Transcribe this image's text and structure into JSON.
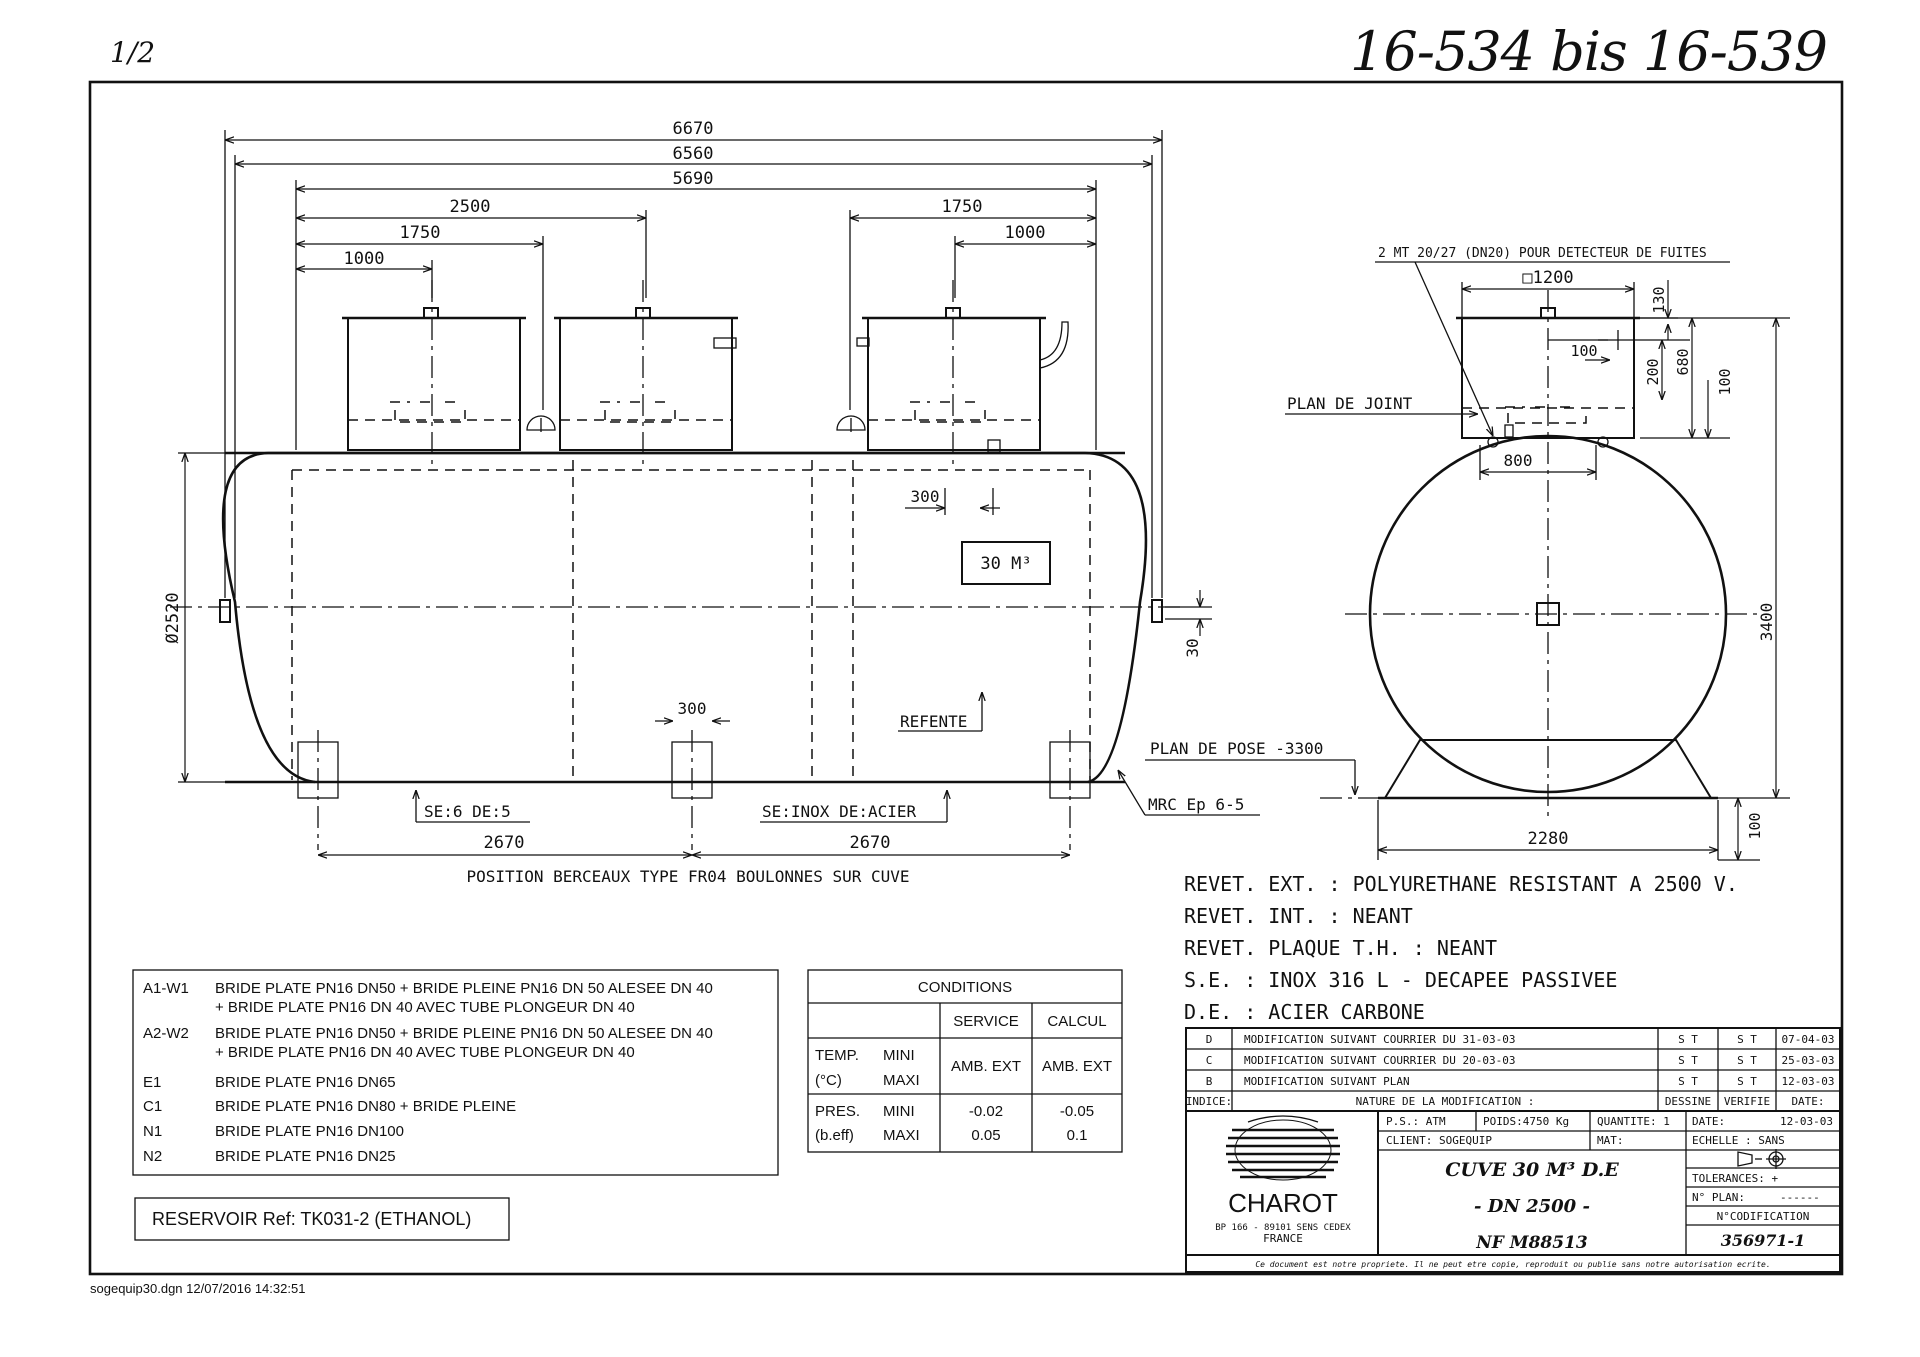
{
  "header": {
    "sheet": "1/2",
    "ref_numbers": "16-534 bis 16-539"
  },
  "side_view": {
    "dims_top": [
      "6670",
      "6560",
      "5690",
      "2500",
      "1750",
      "1000",
      "1750",
      "1000"
    ],
    "dia": "Ø2520",
    "d300_a": "300",
    "d300_b": "300",
    "d30": "30",
    "volume": "30 M³",
    "refente": "REFENTE",
    "se_left": "SE:6 DE:5",
    "se_right": "SE:INOX DE:ACIER",
    "plan_de_pose": "PLAN DE POSE -3300",
    "mrc": "MRC Ep 6-5",
    "berceau_left": "2670",
    "berceau_right": "2670",
    "position_caption": "POSITION BERCEAUX TYPE FR04 BOULONNES SUR CUVE"
  },
  "end_view": {
    "leak_note": "2 MT 20/27 (DN20) POUR DETECTEUR DE FUITES",
    "sq1200": "□1200",
    "d130": "130",
    "d100_a": "100",
    "d200": "200",
    "d680": "680",
    "d100_b": "100",
    "plan_joint": "PLAN DE JOINT",
    "d800": "800",
    "d3400": "3400",
    "d2280": "2280",
    "d100_c": "100"
  },
  "specs": [
    "REVET. EXT. : POLYURETHANE RESISTANT A 2500 V.",
    "REVET. INT. : NEANT",
    "REVET. PLAQUE T.H. : NEANT",
    "S.E. : INOX 316 L - DECAPEE PASSIVEE",
    "D.E. : ACIER CARBONE"
  ],
  "nozzles": [
    {
      "tag": "A1-W1",
      "line1": "BRIDE PLATE PN16 DN50 + BRIDE PLEINE PN16 DN 50 ALESEE DN 40",
      "line2": "+ BRIDE PLATE PN16 DN 40 AVEC TUBE PLONGEUR DN 40"
    },
    {
      "tag": "A2-W2",
      "line1": "BRIDE PLATE PN16 DN50 + BRIDE PLEINE PN16 DN 50 ALESEE DN 40",
      "line2": "+ BRIDE PLATE PN16 DN 40 AVEC TUBE PLONGEUR DN 40"
    },
    {
      "tag": "E1",
      "line1": "BRIDE PLATE PN16 DN65",
      "line2": ""
    },
    {
      "tag": "C1",
      "line1": "BRIDE PLATE PN16 DN80 + BRIDE PLEINE",
      "line2": ""
    },
    {
      "tag": "N1",
      "line1": "BRIDE PLATE PN16 DN100",
      "line2": ""
    },
    {
      "tag": "N2",
      "line1": "BRIDE PLATE PN16 DN25",
      "line2": ""
    }
  ],
  "conditions": {
    "title": "CONDITIONS",
    "service": "SERVICE",
    "calcul": "CALCUL",
    "temp": "TEMP.",
    "temp_unit": "(°C)",
    "mini": "MINI",
    "maxi": "MAXI",
    "amb_service": "AMB. EXT",
    "amb_calcul": "AMB. EXT",
    "pres": "PRES.",
    "pres_unit": "(b.eff)",
    "mini2": "MINI",
    "maxi2": "MAXI",
    "pmin_service": "-0.02",
    "pmin_calcul": "-0.05",
    "pmax_service": "0.05",
    "pmax_calcul": "0.1"
  },
  "reservoir": "RESERVOIR Ref: TK031-2 (ETHANOL)",
  "footer": "sogequip30.dgn 12/07/2016 14:32:51",
  "revisions": [
    {
      "ind": "D",
      "text": "MODIFICATION SUIVANT COURRIER DU 31-03-03",
      "des": "S T",
      "ver": "S T",
      "date": "07-04-03"
    },
    {
      "ind": "C",
      "text": "MODIFICATION SUIVANT COURRIER DU 20-03-03",
      "des": "S T",
      "ver": "S T",
      "date": "25-03-03"
    },
    {
      "ind": "B",
      "text": "MODIFICATION SUIVANT PLAN",
      "des": "S T",
      "ver": "S T",
      "date": "12-03-03"
    }
  ],
  "rev_header": {
    "ind": "INDICE:",
    "nature": "NATURE DE LA MODIFICATION :",
    "des": "DESSINE",
    "ver": "VERIFIE",
    "date": "DATE:"
  },
  "title_block": {
    "ps": "P.S.: ATM",
    "poids": "POIDS:4750 Kg",
    "quantite": "QUANTITE: 1",
    "date": "DATE:",
    "date_val": "12-03-03",
    "client": "CLIENT: SOGEQUIP",
    "mat": "MAT:",
    "echelle": "ECHELLE : SANS",
    "title1": "CUVE 30 M³ D.E",
    "title2": "- DN 2500 -",
    "title3": "NF M88513",
    "tolerances": "TOLERANCES: +",
    "nplan": "N° PLAN:",
    "nplan_val": "------",
    "ncode": "N°CODIFICATION",
    "ncode_val": "356971-1",
    "company": "CHAROT",
    "address": "BP 166 - 89101 SENS CEDEX",
    "country": "FRANCE",
    "disclaimer": "Ce document est notre propriete. Il ne peut etre copie, reproduit ou publie sans notre autorisation ecrite."
  }
}
